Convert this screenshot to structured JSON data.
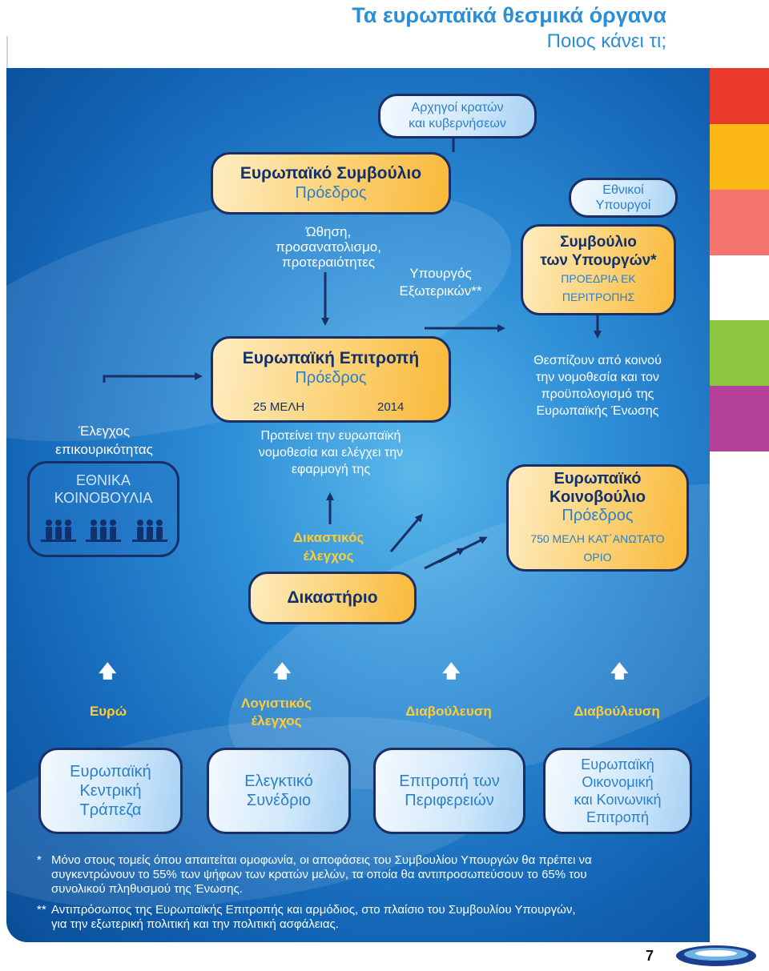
{
  "header": {
    "title": "Τα ευρωπαϊκά θεσμικά όργανα",
    "subtitle": "Ποιος κάνει τι;"
  },
  "colors": {
    "accent": "#2a8fd6",
    "navy": "#12306e",
    "highlight": "#ffcc33",
    "tabs": [
      "#e8392a",
      "#fbb814",
      "#f4756e",
      "#8dc63f",
      "#b5409a"
    ]
  },
  "heads_of_state": {
    "line1": "Αρχηγοί κρατών",
    "line2": "και κυβερνήσεων"
  },
  "european_council": {
    "title": "Ευρωπαϊκό Συμβούλιο",
    "subtitle": "Πρόεδρος",
    "note_line1": "Ώθηση,",
    "note_line2": "προσανατολισμο,",
    "note_line3": "προτεραιότητες"
  },
  "foreign_minister": {
    "line1": "Υπουργός",
    "line2": "Εξωτερικών**"
  },
  "national_ministers": {
    "line1": "Εθνικοί",
    "line2": "Υπουργοί"
  },
  "council_of_ministers": {
    "line1": "Συμβούλιο",
    "line2": "των Υπουργών*",
    "line3": "ΠΡΟΕΔΡΙΑ ΕΚ",
    "line4": "ΠΕΡΙΤΡΟΠΗΣ"
  },
  "commission": {
    "title": "Ευρωπαϊκή Επιτροπή",
    "subtitle": "Πρόεδρος",
    "members": "25 ΜΕΛΗ",
    "year": "2014",
    "note_line1": "Προτείνει την ευρωπαϊκή",
    "note_line2": "νομοθεσία και ελέγχει την",
    "note_line3": "εφαρμογή της"
  },
  "legislation_note": {
    "line1": "Θεσπίζουν από κοινού",
    "line2": "την νομοθεσία και τον",
    "line3": "προϋπολογισμό της",
    "line4": "Ευρωπαϊκής Ένωσης"
  },
  "subsidiarity": {
    "line1": "Έλεγχος",
    "line2": "επικουρικότητας"
  },
  "national_parliaments": {
    "line1": "ΕΘΝΙΚΑ",
    "line2": "ΚΟΙΝΟΒΟΥΛΙΑ"
  },
  "parliament": {
    "line1": "Ευρωπαϊκό",
    "line2": "Κοινοβούλιο",
    "line3": "Πρόεδρος",
    "line4": "750 ΜΕΛΗ ΚΑΤ΄ΑΝΩΤΑΤΟ",
    "line5": "ΟΡΙΟ"
  },
  "judicial_review": {
    "line1": "Δικαστικός",
    "line2": "έλεγχος"
  },
  "court": {
    "label": "Δικαστήριο"
  },
  "functions": {
    "euro": "Ευρώ",
    "audit_line1": "Λογιστικός",
    "audit_line2": "έλεγχος",
    "consult1": "Διαβούλευση",
    "consult2": "Διαβούλευση"
  },
  "bottom_boxes": {
    "ecb_line1": "Ευρωπαϊκή",
    "ecb_line2": "Κεντρική",
    "ecb_line3": "Τράπεζα",
    "auditors_line1": "Ελεγκτικό",
    "auditors_line2": "Συνέδριο",
    "regions_line1": "Επιτροπή των",
    "regions_line2": "Περιφερειών",
    "eesc_line1": "Ευρωπαϊκή",
    "eesc_line2": "Οικονομική",
    "eesc_line3": "και Κοινωνική",
    "eesc_line4": "Επιτροπή"
  },
  "footnotes": {
    "star1": "*",
    "note1_line1": "Μόνο στους τομείς όπου απαιτείται ομοφωνία, οι αποφάσεις του Συμβουλίου Υπουργών θα πρέπει να",
    "note1_line2": "συγκεντρώνουν το 55% των ψήφων των κρατών μελών, τα οποία θα αντιπροσωπεύσουν το 65% του",
    "note1_line3": "συνολικού πληθυσμού της Ένωσης.",
    "star2": "**",
    "note2_line1": "Αντιπρόσωπος της Ευρωπαϊκής Επιτροπής και αρμόδιος, στο πλαίσιο του Συμβουλίου Υπουργών,",
    "note2_line2": "για την εξωτερική πολιτική και την πολιτική ασφάλειας."
  },
  "page_number": "7"
}
